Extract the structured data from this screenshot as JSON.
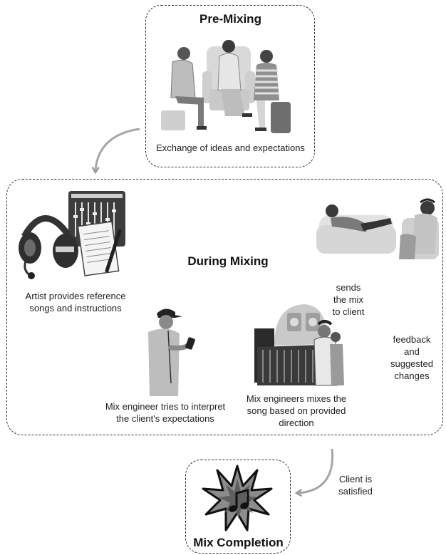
{
  "pre_mixing": {
    "title": "Pre-Mixing",
    "caption": "Exchange of ideas and expectations"
  },
  "during_mixing": {
    "title": "During Mixing",
    "artist_caption_line1": "Artist provides reference",
    "artist_caption_line2": "songs and instructions",
    "engineer_caption_line1": "Mix engineer tries to interpret",
    "engineer_caption_line2": "the client's expectations",
    "mixes_caption_line1": "Mix engineers mixes the",
    "mixes_caption_line2": "song based on provided",
    "mixes_caption_line3": "direction",
    "sends_line1": "sends",
    "sends_line2": "the mix",
    "sends_line3": "to client",
    "feedback_line1": "feedback",
    "feedback_line2": "and",
    "feedback_line3": "suggested",
    "feedback_line4": "changes"
  },
  "completion": {
    "satisfied_line1": "Client is",
    "satisfied_line2": "satisfied",
    "title": "Mix Completion"
  }
}
